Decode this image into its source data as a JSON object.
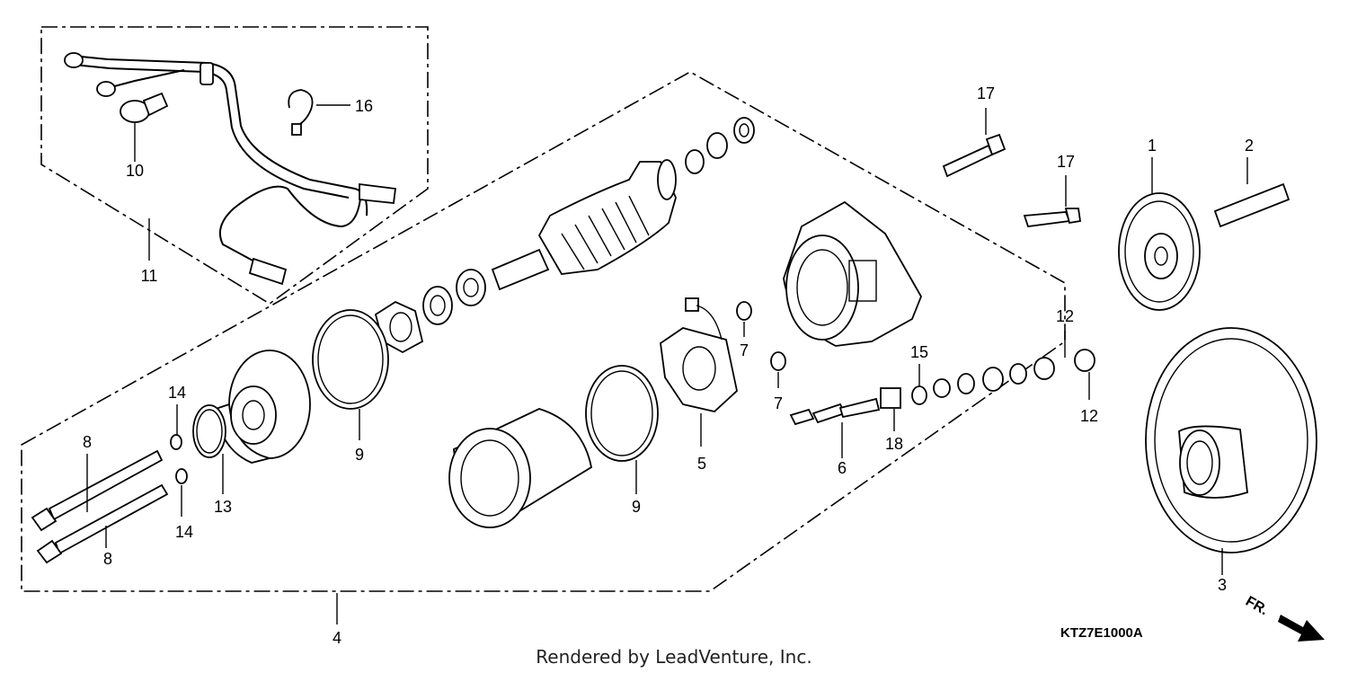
{
  "diagram": {
    "callouts": [
      {
        "id": "c1",
        "label": "1"
      },
      {
        "id": "c2",
        "label": "2"
      },
      {
        "id": "c3",
        "label": "3"
      },
      {
        "id": "c4",
        "label": "4"
      },
      {
        "id": "c5",
        "label": "5"
      },
      {
        "id": "c6",
        "label": "6"
      },
      {
        "id": "c7a",
        "label": "7"
      },
      {
        "id": "c7b",
        "label": "7"
      },
      {
        "id": "c8a",
        "label": "8"
      },
      {
        "id": "c8b",
        "label": "8"
      },
      {
        "id": "c9a",
        "label": "9"
      },
      {
        "id": "c9b",
        "label": "9"
      },
      {
        "id": "c10",
        "label": "10"
      },
      {
        "id": "c11",
        "label": "11"
      },
      {
        "id": "c12a",
        "label": "12"
      },
      {
        "id": "c12b",
        "label": "12"
      },
      {
        "id": "c13",
        "label": "13"
      },
      {
        "id": "c14a",
        "label": "14"
      },
      {
        "id": "c14b",
        "label": "14"
      },
      {
        "id": "c15",
        "label": "15"
      },
      {
        "id": "c16",
        "label": "16"
      },
      {
        "id": "c17a",
        "label": "17"
      },
      {
        "id": "c17b",
        "label": "17"
      },
      {
        "id": "c18",
        "label": "18"
      }
    ],
    "reference_code": "KTZ7E1000A",
    "direction_label": "FR.",
    "credit": "Rendered by LeadVenture, Inc."
  }
}
